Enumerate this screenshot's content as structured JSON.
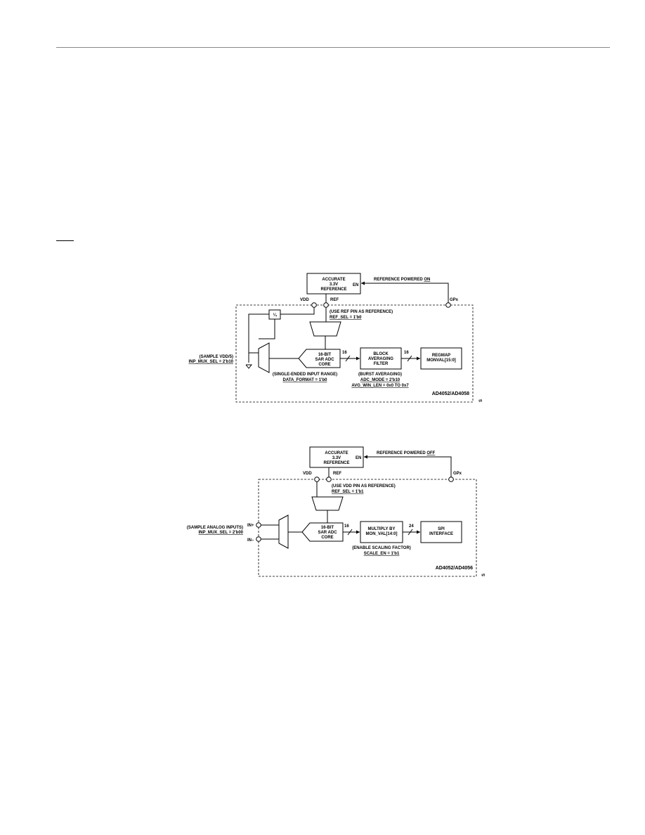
{
  "d1": {
    "ref_block": [
      "ACCURATE",
      "3.3V",
      "REFERENCE"
    ],
    "en": "EN",
    "ref_powered": "REFERENCE POWERED ",
    "ref_state": "ON",
    "vdd": "VDD",
    "ref": "REF",
    "gpx": "GPx",
    "div_label": "¼",
    "ref_note": "(USE REF PIN AS REFERENCE)",
    "ref_sel": "REF_SEL = 1'b0",
    "sample_note": "(SAMPLE VDD/5)",
    "mux_sel": "INP_MUX_SEL = 2'b10",
    "adc": [
      "16-BIT",
      "SAR ADC",
      "CORE"
    ],
    "bits_a": "16",
    "filter": [
      "BLOCK",
      "AVERAGING",
      "FILTER"
    ],
    "bits_b": "16",
    "regmap": [
      "REGMAP",
      "MONVAL[15:0]"
    ],
    "input_range": "(SINGLE-ENDED INPUT RANGE)",
    "data_format": "DATA_FORMAT = 1'b0",
    "burst": "(BURST AVERAGING)",
    "adc_mode": "ADC_MODE = 2'b10",
    "avg_win": "AVG_WIN_LEN = 0x0 TO 0x7",
    "part": "AD4052/AD4058",
    "fig_id": "S"
  },
  "d2": {
    "ref_block": [
      "ACCURATE",
      "3.3V",
      "REFERENCE"
    ],
    "en": "EN",
    "ref_powered": "REFERENCE POWERED ",
    "ref_state": "OFF",
    "vdd": "VDD",
    "ref": "REF",
    "gpx": "GPx",
    "ref_note": "(USE VDD PIN AS REFERENCE)",
    "ref_sel": "REF_SEL = 1'b1",
    "sample_note": "(SAMPLE ANALOG INPUTS)",
    "mux_sel": "INP_MUX_SEL = 2'b00",
    "in_plus": "IN+",
    "in_minus": "IN–",
    "adc": [
      "16-BIT",
      "SAR ADC",
      "CORE"
    ],
    "bits_a": "16",
    "multiply": [
      "MULTIPLY BY",
      "MON_VAL[14:0]"
    ],
    "bits_b": "24",
    "spi": [
      "SPI",
      "INTERFACE"
    ],
    "scaling_note": "(ENABLE SCALING FACTOR)",
    "scale_en": "SCALE_EN = 1'b1",
    "part": "AD4052/AD4056",
    "fig_id": "S"
  }
}
